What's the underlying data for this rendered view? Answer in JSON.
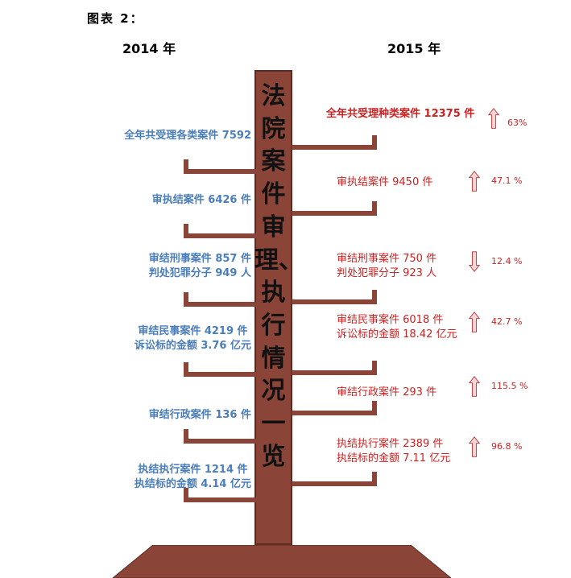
{
  "figure_label": "图表 2：",
  "years": {
    "left": "2014 年",
    "right": "2015 年"
  },
  "trunk_title": "法院案件审理、执行情况一览",
  "left_items": [
    {
      "lines": [
        "全年共受理各类案件  7592"
      ]
    },
    {
      "lines": [
        "审执结案件 6426 件"
      ]
    },
    {
      "lines": [
        "审结刑事案件 857 件",
        "判处犯罪分子 949 人"
      ]
    },
    {
      "lines": [
        "审结民事案件 4219 件",
        "诉讼标的金额 3.76 亿元"
      ]
    },
    {
      "lines": [
        "审结行政案件 136 件"
      ]
    },
    {
      "lines": [
        "执结执行案件 1214 件",
        "执结标的金额 4.14 亿元"
      ]
    }
  ],
  "right_items": [
    {
      "lines": [
        "全年共受理种类案件 12375 件"
      ],
      "change": "63%",
      "direction": "up"
    },
    {
      "lines": [
        "审执结案件 9450 件"
      ],
      "change": "47.1 %",
      "direction": "up"
    },
    {
      "lines": [
        "审结刑事案件 750 件",
        "判处犯罪分子 923 人"
      ],
      "change": "12.4 %",
      "direction": "down"
    },
    {
      "lines": [
        "审结民事案件 6018 件",
        "诉讼标的金额 18.42 亿元"
      ],
      "change": "42.7 %",
      "direction": "up"
    },
    {
      "lines": [
        "审结行政案件 293 件"
      ],
      "change": "115.5 %",
      "direction": "up"
    },
    {
      "lines": [
        "执结执行案件 2389 件",
        "执结标的金额 7.11 亿元"
      ],
      "change": "96.8 %",
      "direction": "up"
    }
  ],
  "colors": {
    "trunk": "#8b4538",
    "left_text": "#4a7ebb",
    "right_text": "#cc2222"
  }
}
